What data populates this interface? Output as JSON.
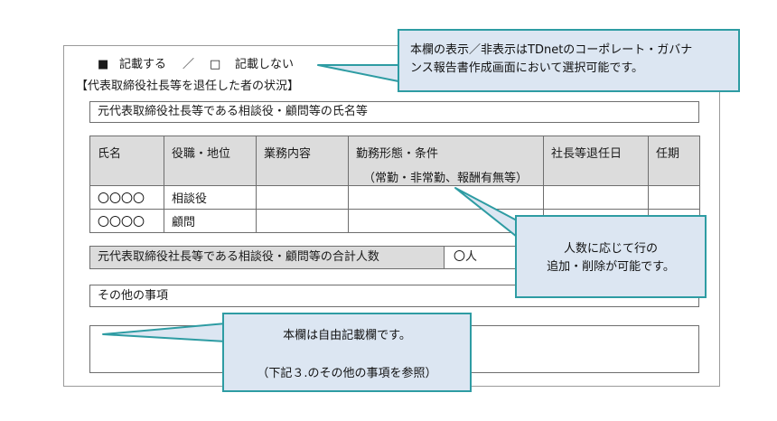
{
  "top_options": {
    "checked_mark": "■",
    "checked_label": "記載する",
    "separator": "／",
    "unchecked_mark": "□",
    "unchecked_label": "記載しない"
  },
  "section_title": "【代表取締役社長等を退任した者の状況】",
  "names_box_label": "元代表取締役社長等である相談役・顧問等の氏名等",
  "table": {
    "headers": [
      "氏名",
      "役職・地位",
      "業務内容",
      "勤務形態・条件",
      "社長等退任日",
      "任期"
    ],
    "header_sub": "（常勤・非常勤、報酬有無等）",
    "rows": [
      [
        "〇〇〇〇",
        "相談役",
        "",
        "",
        "",
        ""
      ],
      [
        "〇〇〇〇",
        "顧問",
        "",
        "",
        "",
        ""
      ]
    ]
  },
  "total": {
    "label": "元代表取締役社長等である相談役・顧問等の合計人数",
    "value": "〇人"
  },
  "other": {
    "label": "その他の事項"
  },
  "callouts": {
    "top": [
      "本欄の表示／非表示はTDnetのコーポレート・ガバナ",
      "ンス報告書作成画面において選択可能です。"
    ],
    "middle": [
      "人数に応じて行の",
      "追加・削除が可能です。"
    ],
    "bottom": [
      "本欄は自由記載欄です。",
      "（下記３.のその他の事項を参照）"
    ]
  },
  "colors": {
    "callout_fill": "#dce6f2",
    "callout_border": "#2e9ca3",
    "header_fill": "#dcdcdc"
  }
}
